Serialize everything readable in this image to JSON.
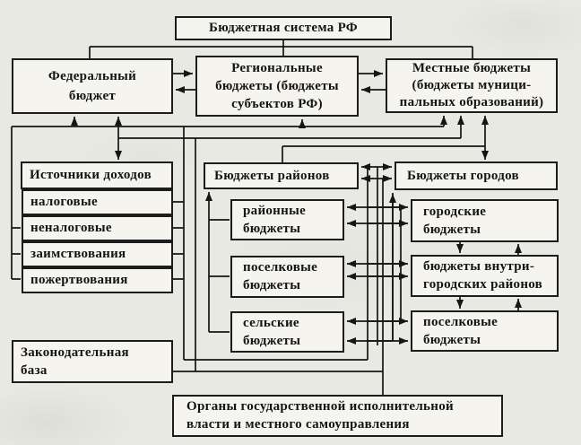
{
  "diagram": {
    "title_box": {
      "lines": [
        "Бюджетная система РФ"
      ]
    },
    "budget_levels": {
      "federal": {
        "lines": [
          "Федеральный",
          "бюджет"
        ]
      },
      "regional": {
        "lines": [
          "Региональные",
          "бюджеты (бюджеты",
          "субъектов РФ)"
        ]
      },
      "local": {
        "lines": [
          "Местные бюджеты",
          "(бюджеты муници-",
          "пальных образований)"
        ]
      }
    },
    "income_sources": {
      "header": {
        "lines": [
          "Источники доходов"
        ]
      },
      "items": [
        {
          "lines": [
            "налоговые"
          ]
        },
        {
          "lines": [
            "неналоговые"
          ]
        },
        {
          "lines": [
            "заимствования"
          ]
        },
        {
          "lines": [
            "пожертвования"
          ]
        }
      ]
    },
    "district_column": {
      "header": {
        "lines": [
          "Бюджеты районов"
        ]
      },
      "items": [
        {
          "lines": [
            "районные",
            "бюджеты"
          ]
        },
        {
          "lines": [
            "поселковые",
            "бюджеты"
          ]
        },
        {
          "lines": [
            "сельские",
            "бюджеты"
          ]
        }
      ]
    },
    "city_column": {
      "header": {
        "lines": [
          "Бюджеты городов"
        ]
      },
      "items": [
        {
          "lines": [
            "городские",
            "бюджеты"
          ]
        },
        {
          "lines": [
            "бюджеты внутри-",
            "городских районов"
          ]
        },
        {
          "lines": [
            "поселковые",
            "бюджеты"
          ]
        }
      ]
    },
    "legislative_base": {
      "lines": [
        "Законодательная",
        "база"
      ]
    },
    "executive_bodies": {
      "lines": [
        "Органы государственной исполнительной",
        "власти и местного самоуправления"
      ]
    }
  },
  "colors": {
    "background": "#e9e9e3",
    "box_fill": "#f5f4ee",
    "line": "#151515",
    "text": "#141414"
  }
}
